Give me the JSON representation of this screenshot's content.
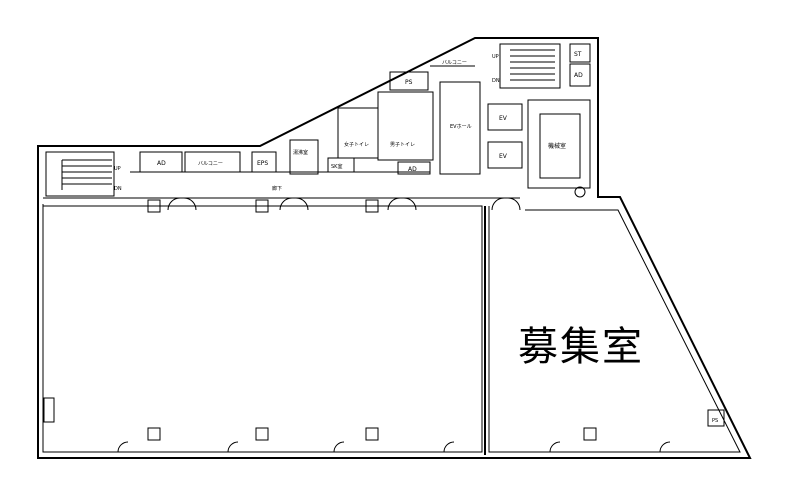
{
  "labels": {
    "st": "ST",
    "ad_top": "AD",
    "up_top": "UP",
    "dn_top": "DN",
    "ps_top": "PS",
    "balcony_top": "バルコニー",
    "ev_hall": "EVホール",
    "ev1": "EV",
    "ev2": "EV",
    "machine_room": "機械室",
    "womens_toilet": "女子トイレ",
    "mens_toilet": "男子トイレ",
    "kitchenette": "湯沸室",
    "sk_room": "SK室",
    "ad_mid": "AD",
    "ad_left": "AD",
    "balcony_left": "バルコニー",
    "eps": "EPS",
    "corridor": "廊下",
    "up_left": "UP",
    "dn_left": "DN",
    "recruiting": "募集室",
    "ps_bottom": "PS"
  }
}
